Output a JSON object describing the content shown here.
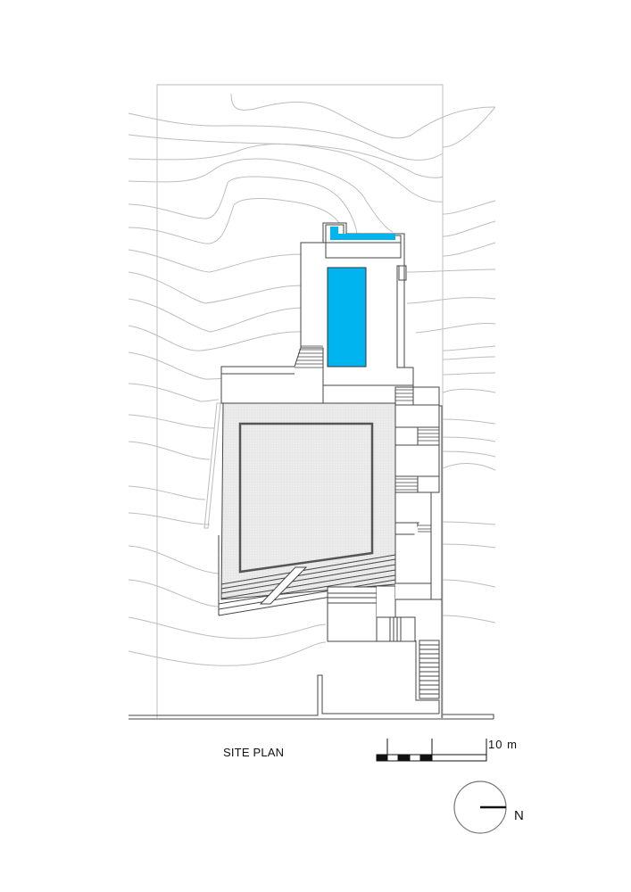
{
  "drawing": {
    "title": "SITE PLAN",
    "type": "architectural site plan",
    "colors": {
      "background": "#ffffff",
      "linework": "#333333",
      "contours": "#bdbdbd",
      "site_boundary": "#c8c8c8",
      "pool": "#00b4ef",
      "courtyard_fill": "#e6e6e6"
    }
  },
  "scale_bar": {
    "label": "10 m",
    "segments": [
      "black",
      "white",
      "black",
      "white",
      "black",
      "white-long"
    ]
  },
  "north_arrow": {
    "label": "N",
    "icon": "north-arrow-icon"
  },
  "elements": {
    "pool_main": "pool",
    "pool_top": "L-shaped water feature",
    "courtyard": "hatched courtyard",
    "stairs": [
      "west terrace stair",
      "east stairs",
      "south-east stair"
    ]
  }
}
